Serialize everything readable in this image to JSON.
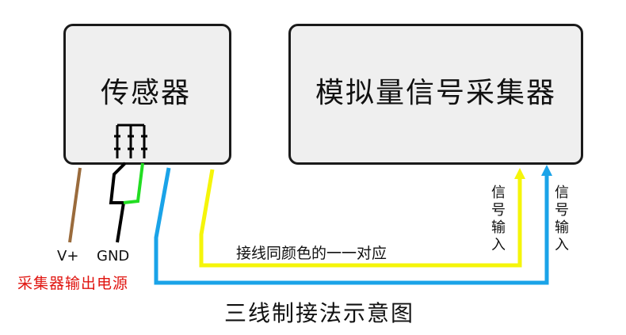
{
  "sensor": {
    "title": "传感器"
  },
  "collector": {
    "title": "模拟量信号采集器"
  },
  "labels": {
    "v_plus": "V+",
    "gnd": "GND",
    "power_source": "采集器输出电源",
    "wire_note": "接线同颜色的一一对应",
    "signal_input_1": "信号输入",
    "signal_input_2": "信号输入",
    "caption": "三线制接法示意图"
  },
  "colors": {
    "brown": "#9a6b3c",
    "black": "#000000",
    "green": "#22dd22",
    "blue": "#1aa3e8",
    "yellow": "#f5f50a",
    "red_text": "#e0140f"
  }
}
